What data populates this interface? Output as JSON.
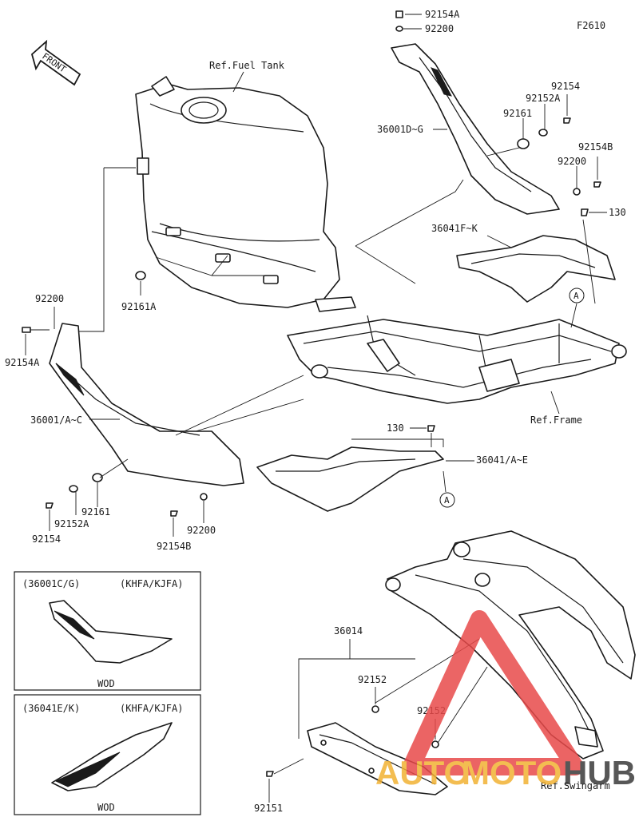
{
  "figure_code": "F2610",
  "front_arrow": {
    "label": "FRONT"
  },
  "references": {
    "fuel_tank": "Ref.Fuel Tank",
    "frame": "Ref.Frame",
    "swingarm": "Ref.Swingarm"
  },
  "part_labels": {
    "p92154A_top": "92154A",
    "p92200_top": "92200",
    "p92154_r": "92154",
    "p92152A_r": "92152A",
    "p92161_r": "92161",
    "p36001DG": "36001D~G",
    "p92154B_r": "92154B",
    "p92200_r": "92200",
    "p130_r": "130",
    "p36041FK": "36041F~K",
    "p92161A": "92161A",
    "p92200_l": "92200",
    "p92154A_l": "92154A",
    "p36001AC": "36001/A~C",
    "p130_c": "130",
    "p36041AE": "36041/A~E",
    "p92161_l": "92161",
    "p92152A_l": "92152A",
    "p92154_l": "92154",
    "p92200_b": "92200",
    "p92154B_b": "92154B",
    "p36014": "36014",
    "p92152_a": "92152",
    "p92152_b": "92152",
    "p92151": "92151"
  },
  "callouts": {
    "a_top": "A",
    "a_bottom": "A"
  },
  "variant_boxes": [
    {
      "code": "(36001C/G)",
      "models": "(KHFA/KJFA)",
      "caption": "WOD"
    },
    {
      "code": "(36041E/K)",
      "models": "(KHFA/KJFA)",
      "caption": "WOD"
    }
  ],
  "watermark": {
    "auto": "AUTO",
    "moto": "MOTO",
    "hub": "HUB"
  },
  "colors": {
    "line": "#1a1a1a",
    "watermark_red": "#e84a4a",
    "watermark_orange": "#f2b233",
    "watermark_dark": "#3a3a3a"
  }
}
